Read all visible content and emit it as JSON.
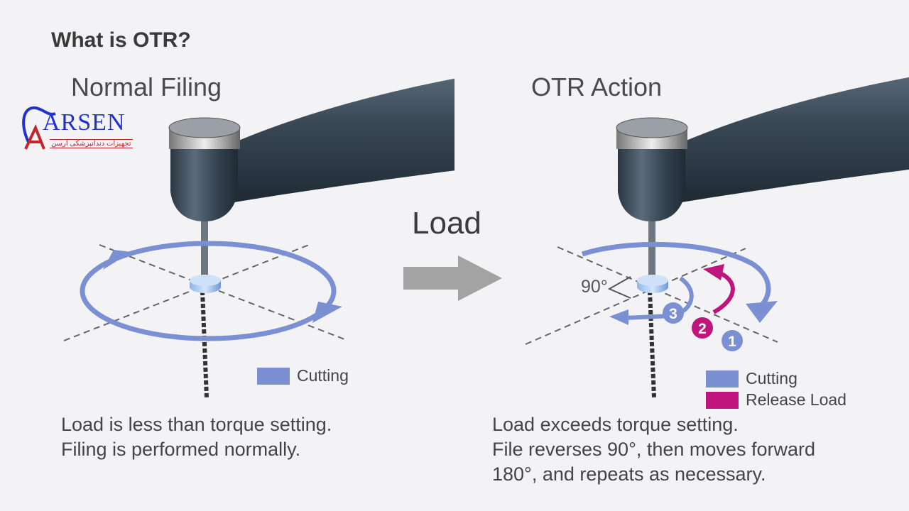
{
  "title": "What is OTR?",
  "logo": {
    "name": "ARSEN",
    "tagline": "تجهیزات دندانپزشکی آرسن"
  },
  "left_panel": {
    "heading": "Normal Filing",
    "legend": [
      {
        "label": "Cutting",
        "color": "#7b8fd3"
      }
    ],
    "caption": [
      "Load is less than torque setting.",
      "Filing is performed normally."
    ]
  },
  "center": {
    "label": "Load"
  },
  "right_panel": {
    "heading": "OTR Action",
    "angle_label": "90°",
    "steps": [
      "1",
      "2",
      "3"
    ],
    "legend": [
      {
        "label": "Cutting",
        "color": "#7b8fd3"
      },
      {
        "label": "Release Load",
        "color": "#c0157c"
      }
    ],
    "caption": [
      "Load exceeds torque setting.",
      "File reverses 90°, then moves forward",
      "180°, and repeats as necessary."
    ]
  },
  "colors": {
    "cutting": "#7b8fd3",
    "release": "#c0157c",
    "handpiece": "#3b4957",
    "arrow": "#a3a3a3"
  }
}
